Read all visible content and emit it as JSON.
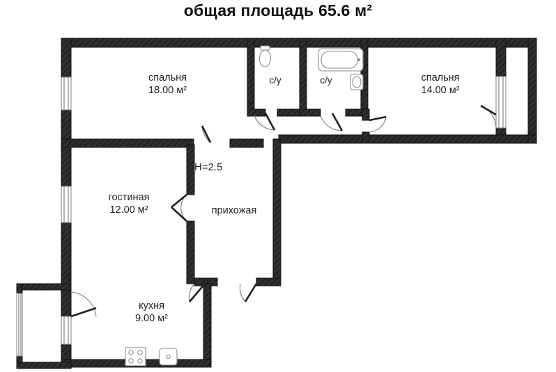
{
  "title": "общая площадь 65.6 м²",
  "height_note": "H=2.5",
  "rooms": [
    {
      "id": "bedroom-left",
      "name": "спальня",
      "area": "18.00 м²"
    },
    {
      "id": "wc-left",
      "name": "с/у",
      "area": ""
    },
    {
      "id": "wc-right",
      "name": "с/у",
      "area": ""
    },
    {
      "id": "bedroom-right",
      "name": "спальня",
      "area": "14.00 м²"
    },
    {
      "id": "living-room",
      "name": "гостиная",
      "area": "12.00 м²"
    },
    {
      "id": "hallway",
      "name": "прихожая",
      "area": ""
    },
    {
      "id": "kitchen",
      "name": "кухня",
      "area": "9.00 м²"
    }
  ],
  "fixtures": [
    {
      "id": "toilet",
      "name": "toilet-fixture"
    },
    {
      "id": "bathtub",
      "name": "bathtub-fixture"
    },
    {
      "id": "sink",
      "name": "washbasin-fixture"
    },
    {
      "id": "stove",
      "name": "stove-fixture"
    },
    {
      "id": "ksink",
      "name": "kitchen-sink-fixture"
    }
  ],
  "colors": {
    "wall": "#2b2b2b",
    "line": "#1a1a1a",
    "text": "#222222",
    "background": "#ffffff",
    "fixture": "#888888"
  }
}
